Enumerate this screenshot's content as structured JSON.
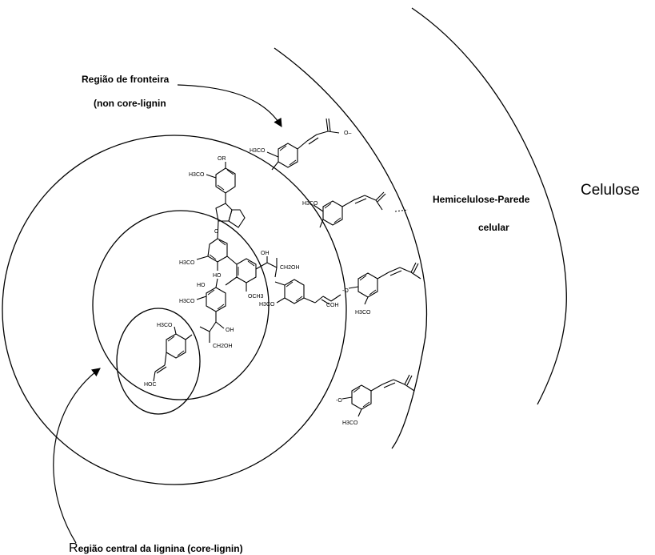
{
  "labels": {
    "boundary_line1": "Região de fronteira",
    "boundary_line2": "(non core-lignin",
    "hemicellulose_line1": "Hemicelulose-Parede",
    "hemicellulose_line2": "celular",
    "cellulose": "Celulose",
    "core_first_letter": "R",
    "core_rest": "egião central da lignina (core-lignin)"
  },
  "chem_labels": {
    "h3co": "H3CO",
    "oh": "OH",
    "ho": "HO",
    "or": "OR",
    "o": "O",
    "och3": "OCH3",
    "ch2oh": "CH2OH",
    "coh": "COH",
    "hoc": "HOC",
    "o_dash": "-O",
    "o_minus": "O–"
  }
}
